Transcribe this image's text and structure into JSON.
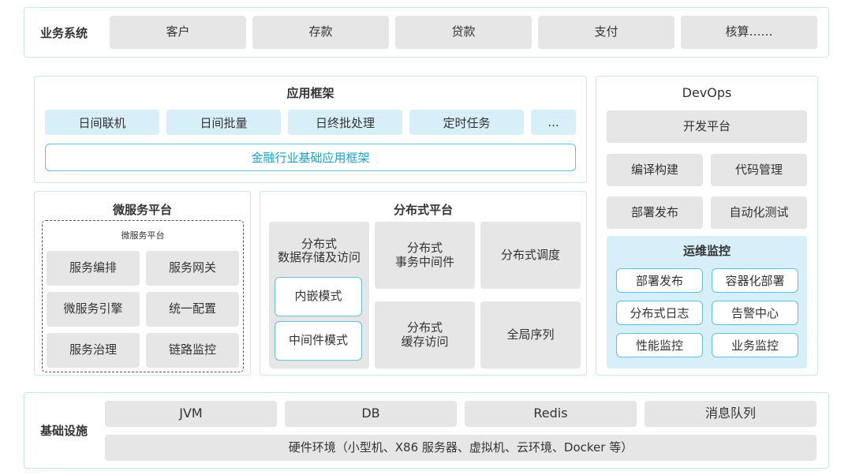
{
  "business": {
    "label": "业务系统",
    "items": [
      "客户",
      "存款",
      "贷款",
      "支付",
      "核算……"
    ]
  },
  "app_framework": {
    "title": "应用框架",
    "items": [
      "日间联机",
      "日间批量",
      "日终批处理",
      "定时任务",
      "..."
    ],
    "base": "金融行业基础应用框架"
  },
  "microservice": {
    "title": "微服务平台",
    "inner_title": "微服务平台",
    "items": [
      "服务编排",
      "服务网关",
      "微服务引擎",
      "统一配置",
      "服务治理",
      "链路监控"
    ]
  },
  "distributed": {
    "title": "分布式平台",
    "storage": "分布式\n数据存储及访问",
    "embedded": "内嵌模式",
    "middleware": "中间件模式",
    "transaction": "分布式\n事务中间件",
    "schedule": "分布式调度",
    "cache": "分布式\n缓存访问",
    "sequence": "全局序列"
  },
  "devops": {
    "title": "DevOps",
    "dev_platform": "开发平台",
    "build": "编译构建",
    "code": "代码管理",
    "deploy": "部署发布",
    "autotest": "自动化测试",
    "ops": {
      "title": "运维监控",
      "items": [
        "部署发布",
        "容器化部署",
        "分布式日志",
        "告警中心",
        "性能监控",
        "业务监控"
      ]
    }
  },
  "infra": {
    "label": "基础设施",
    "items": [
      "JVM",
      "DB",
      "Redis",
      "消息队列"
    ],
    "hardware": "硬件环境（小型机、X86 服务器、虚拟机、云环境、Docker 等）"
  },
  "colors": {
    "border": "#c9e9f4",
    "gray_box": "#e6e6e6",
    "blue_box": "#d7eff8",
    "accent_text": "#1aa3cc",
    "accent_border": "#5fc3df"
  }
}
